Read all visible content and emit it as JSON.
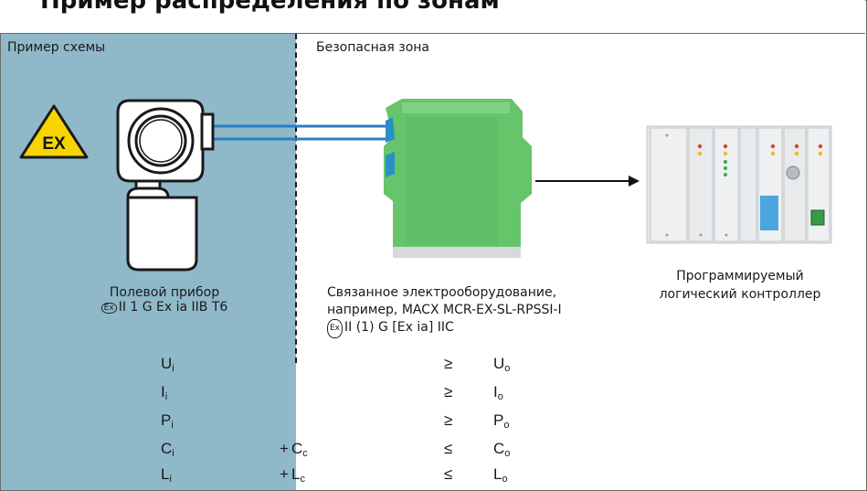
{
  "header": {
    "title": "Пример распределения по зонам"
  },
  "zones": {
    "hazardous_label": "Пример схемы",
    "safe_label": "Безопасная зона"
  },
  "warning_sign": {
    "text": "EX",
    "color": "#f6d400"
  },
  "field_device": {
    "name": "Полевой прибор",
    "marking": "II 1 G Ex ia IIB T6",
    "icon": "transmitter-icon"
  },
  "associated_equipment": {
    "line1": "Связанное электрооборудование,",
    "line2": "например, MACX MCR-EX-SL-RPSSI-I",
    "marking": "II (1) G [Ex ia] IIC",
    "color": "#66c46a"
  },
  "plc": {
    "line1": "Программируемый",
    "line2": "логический контроллер"
  },
  "ex_symbol": "Ex",
  "conditions": [
    {
      "left": "U",
      "left_sub": "i",
      "plus": "",
      "extra": "",
      "extra_sub": "",
      "op": "≥",
      "right": "U",
      "right_sub": "o"
    },
    {
      "left": "I",
      "left_sub": "i",
      "plus": "",
      "extra": "",
      "extra_sub": "",
      "op": "≥",
      "right": "I",
      "right_sub": "o"
    },
    {
      "left": "P",
      "left_sub": "i",
      "plus": "",
      "extra": "",
      "extra_sub": "",
      "op": "≥",
      "right": "P",
      "right_sub": "o"
    },
    {
      "left": "C",
      "left_sub": "i",
      "plus": "+",
      "extra": "C",
      "extra_sub": "c",
      "op": "≤",
      "right": "C",
      "right_sub": "o"
    },
    {
      "left": "L",
      "left_sub": "i",
      "plus": "+",
      "extra": "L",
      "extra_sub": "c",
      "op": "≤",
      "right": "L",
      "right_sub": "o"
    }
  ],
  "colors": {
    "hazardous_zone": "#8fb9c9",
    "cable": "#2a7fc4",
    "plc_body": "#e3e6e8"
  }
}
